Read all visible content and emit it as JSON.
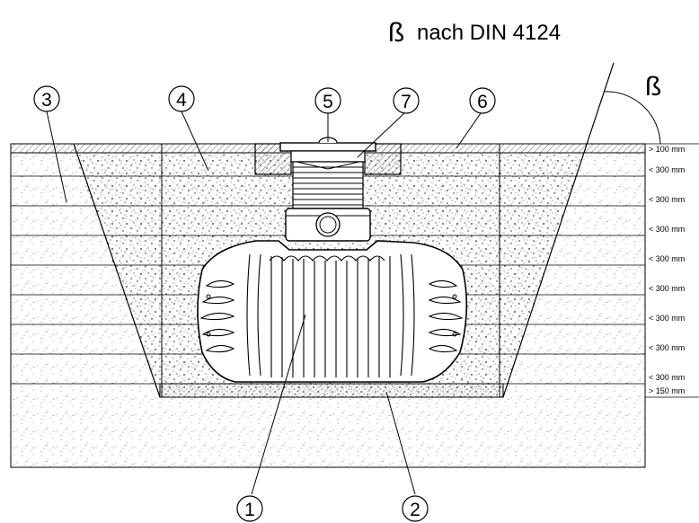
{
  "title": {
    "symbol": "ß",
    "text": "nach DIN  4124"
  },
  "angle_symbol": "ß",
  "callouts": [
    {
      "id": "1",
      "label": "1"
    },
    {
      "id": "2",
      "label": "2"
    },
    {
      "id": "3",
      "label": "3"
    },
    {
      "id": "4",
      "label": "4"
    },
    {
      "id": "5",
      "label": "5"
    },
    {
      "id": "6",
      "label": "6"
    },
    {
      "id": "7",
      "label": "7"
    }
  ],
  "dimensions": [
    "> 100 mm",
    "< 300 mm",
    "< 300 mm",
    "< 300 mm",
    "< 300 mm",
    "< 300 mm",
    "< 300 mm",
    "< 300 mm",
    "< 300 mm",
    "> 150 mm"
  ],
  "colors": {
    "line": "#000000",
    "soil_dot": "#666666",
    "fill_dot": "#222222",
    "hatch": "#444444",
    "background": "#ffffff"
  }
}
